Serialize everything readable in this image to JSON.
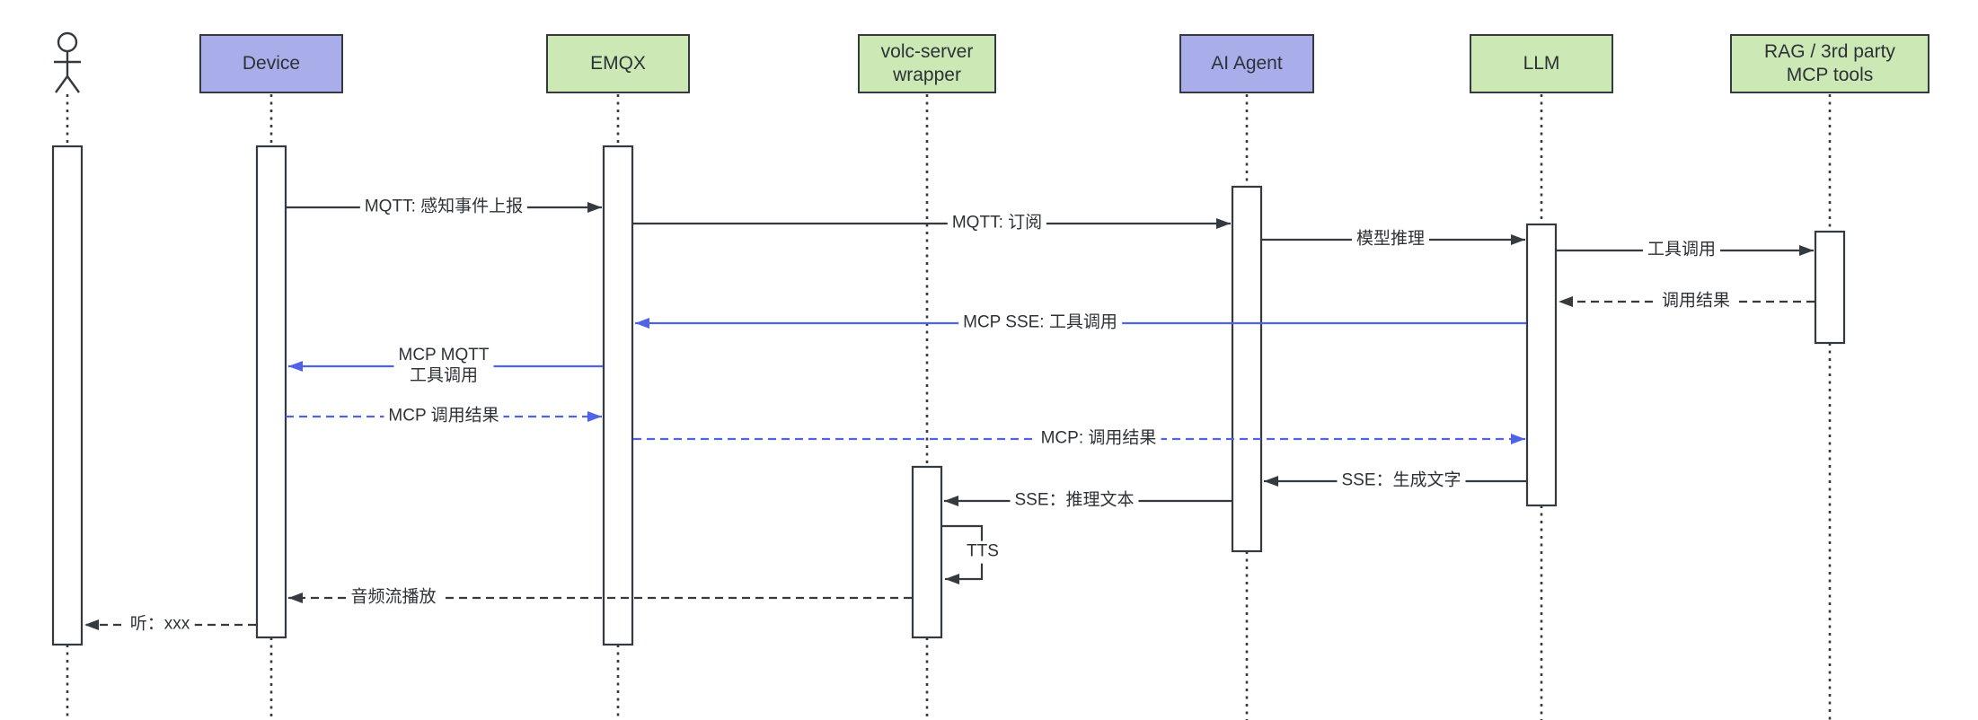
{
  "diagram": {
    "kind": "uml-sequence-diagram",
    "background": "#ffffff"
  },
  "colors": {
    "participant_purple_fill": "#a9aeea",
    "participant_green_fill": "#cbe8b5",
    "stroke_dark": "#343a40",
    "message_blue": "#4f63e6",
    "text": "#2d3237",
    "activation_fill": "#ffffff"
  },
  "participants": [
    {
      "id": "user",
      "label": "",
      "kind": "actor"
    },
    {
      "id": "device",
      "label": "Device",
      "kind": "box",
      "fill": "purple"
    },
    {
      "id": "emqx",
      "label": "EMQX",
      "kind": "box",
      "fill": "green"
    },
    {
      "id": "volc",
      "label": "volc-server\nwrapper",
      "kind": "box",
      "fill": "green"
    },
    {
      "id": "agent",
      "label": "AI Agent",
      "kind": "box",
      "fill": "purple"
    },
    {
      "id": "llm",
      "label": "LLM",
      "kind": "box",
      "fill": "green"
    },
    {
      "id": "rag",
      "label": "RAG / 3rd party\nMCP tools",
      "kind": "box",
      "fill": "green"
    }
  ],
  "messages": [
    {
      "label": "MQTT: 感知事件上报",
      "from": "device",
      "to": "emqx",
      "style": "solid",
      "color": "black"
    },
    {
      "label": "MQTT: 订阅",
      "from": "emqx",
      "to": "agent",
      "style": "solid",
      "color": "black"
    },
    {
      "label": "模型推理",
      "from": "agent",
      "to": "llm",
      "style": "solid",
      "color": "black"
    },
    {
      "label": "工具调用",
      "from": "llm",
      "to": "rag",
      "style": "solid",
      "color": "black"
    },
    {
      "label": "调用结果",
      "from": "rag",
      "to": "llm",
      "style": "dashed",
      "color": "black"
    },
    {
      "label": "MCP SSE: 工具调用",
      "from": "llm",
      "to": "emqx",
      "style": "solid",
      "color": "blue"
    },
    {
      "label": "MCP MQTT\n工具调用",
      "from": "emqx",
      "to": "device",
      "style": "solid",
      "color": "blue"
    },
    {
      "label": "MCP 调用结果",
      "from": "device",
      "to": "emqx",
      "style": "dashed",
      "color": "blue"
    },
    {
      "label": "MCP: 调用结果",
      "from": "emqx",
      "to": "llm",
      "style": "dashed",
      "color": "blue"
    },
    {
      "label": "SSE：生成文字",
      "from": "llm",
      "to": "agent",
      "style": "solid",
      "color": "black"
    },
    {
      "label": "SSE：推理文本",
      "from": "agent",
      "to": "volc",
      "style": "solid",
      "color": "black"
    },
    {
      "label": "TTS",
      "from": "volc",
      "to": "volc",
      "style": "self",
      "color": "black"
    },
    {
      "label": "音频流播放",
      "from": "volc",
      "to": "device",
      "style": "dashed",
      "color": "black"
    },
    {
      "label": "听：xxx",
      "from": "device",
      "to": "user",
      "style": "dashed",
      "color": "black"
    }
  ]
}
